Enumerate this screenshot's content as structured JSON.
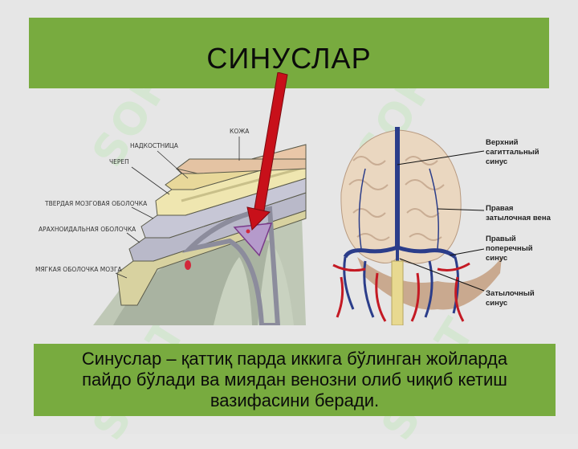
{
  "title": "СИНУСЛАР",
  "watermark": "SOFT",
  "left_figure": {
    "labels": {
      "skin": "КОЖА",
      "periosteum": "НАДКОСТНИЦА",
      "skull": "ЧЕРЕП",
      "dura": "ТВЕРДАЯ МОЗГОВАЯ ОБОЛОЧКА",
      "arachnoid": "АРАХНОИДАЛЬНАЯ ОБОЛОЧКА",
      "pia": "МЯГКАЯ ОБОЛОЧКА МОЗГА"
    }
  },
  "right_figure": {
    "labels": {
      "sss_1": "Верхний",
      "sss_2": "сагиттальный",
      "sss_3": "синус",
      "occ_vein_1": "Правая",
      "occ_vein_2": "затылочная вена",
      "transverse_1": "Правый",
      "transverse_2": "поперечный",
      "transverse_3": "синус",
      "occ_sinus_1": "Затылочный",
      "occ_sinus_2": "синус"
    }
  },
  "caption": {
    "line1": "Синуслар – қаттиқ парда иккига бўлинган жойларда",
    "line2": "пайдо бўлади ва миядан венозни олиб чиқиб кетиш",
    "line3": "вазифасини беради."
  },
  "colors": {
    "title_bar": "#78ab3f",
    "caption_bar": "#78ab3f",
    "arrow": "#c8101a",
    "background": "#e6e6e6"
  }
}
